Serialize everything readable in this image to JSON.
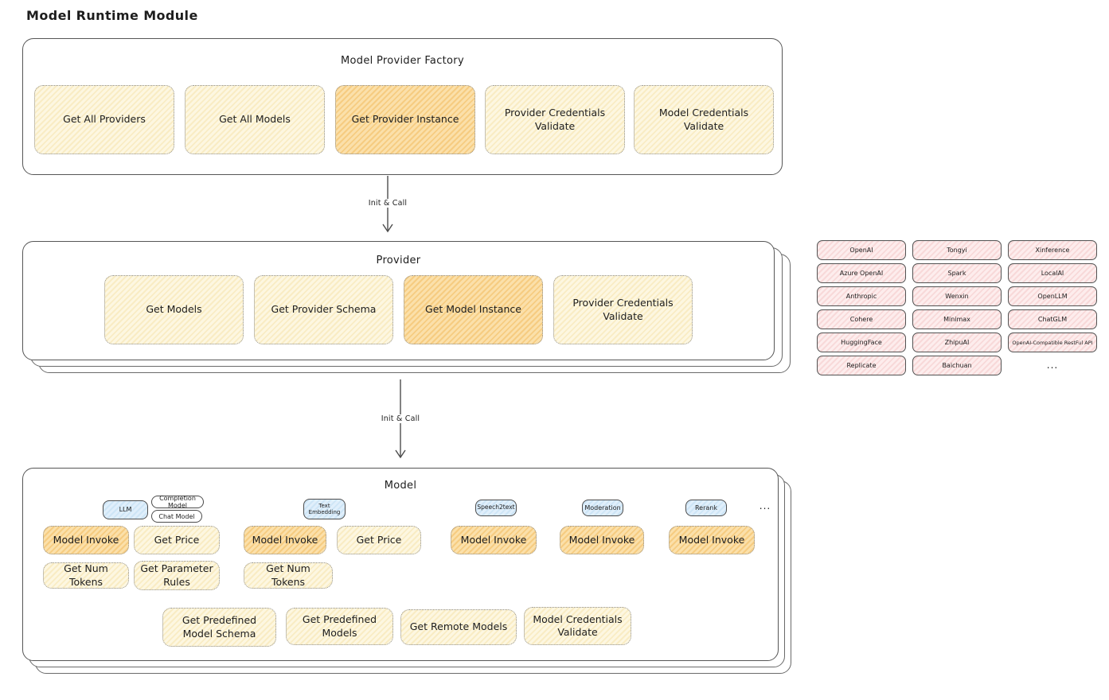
{
  "page_title": "Model Runtime Module",
  "factory": {
    "title": "Model Provider Factory",
    "boxes": [
      {
        "label": "Get All Providers"
      },
      {
        "label": "Get All Models"
      },
      {
        "label": "Get Provider Instance"
      },
      {
        "label": "Provider Credentials Validate"
      },
      {
        "label": "Model Credentials Validate"
      }
    ]
  },
  "arrows": {
    "first": "Init & Call",
    "second": "Init & Call"
  },
  "provider": {
    "title": "Provider",
    "boxes": [
      {
        "label": "Get Models"
      },
      {
        "label": "Get Provider Schema"
      },
      {
        "label": "Get Model Instance"
      },
      {
        "label": "Provider Credentials Validate"
      }
    ]
  },
  "provider_list": {
    "items": [
      "OpenAI",
      "Tongyi",
      "Xinference",
      "Azure OpenAI",
      "Spark",
      "LocalAI",
      "Anthropic",
      "Wenxin",
      "OpenLLM",
      "Cohere",
      "Minimax",
      "ChatGLM",
      "HuggingFace",
      "ZhipuAI",
      "OpenAI-Compatible RestFul API",
      "Replicate",
      "Baichuan"
    ],
    "more": "..."
  },
  "model": {
    "title": "Model",
    "types": {
      "llm": "LLM",
      "completion": "Completion Model",
      "chat": "Chat Model",
      "text_embedding": "Text Embedding",
      "speech2text": "Speech2text",
      "moderation": "Moderation",
      "rerank": "Rerank",
      "more": "..."
    },
    "ops_row1": [
      {
        "label": "Model Invoke"
      },
      {
        "label": "Get Price"
      },
      {
        "label": "Model Invoke"
      },
      {
        "label": "Get Price"
      },
      {
        "label": "Model Invoke"
      },
      {
        "label": "Model Invoke"
      },
      {
        "label": "Model Invoke"
      }
    ],
    "ops_row2": [
      {
        "label": "Get Num Tokens"
      },
      {
        "label": "Get Parameter Rules"
      },
      {
        "label": "Get Num Tokens"
      }
    ],
    "ops_row3": [
      {
        "label": "Get Predefined Model Schema"
      },
      {
        "label": "Get Predefined Models"
      },
      {
        "label": "Get Remote Models"
      },
      {
        "label": "Model Credentials Validate"
      }
    ]
  },
  "colors": {
    "box_yellow": "#fdf7e1",
    "highlight_orange": "#f6cc81",
    "chip_pink": "#f8d9d9",
    "pill_blue": "#cee5f6",
    "line": "#565656"
  }
}
